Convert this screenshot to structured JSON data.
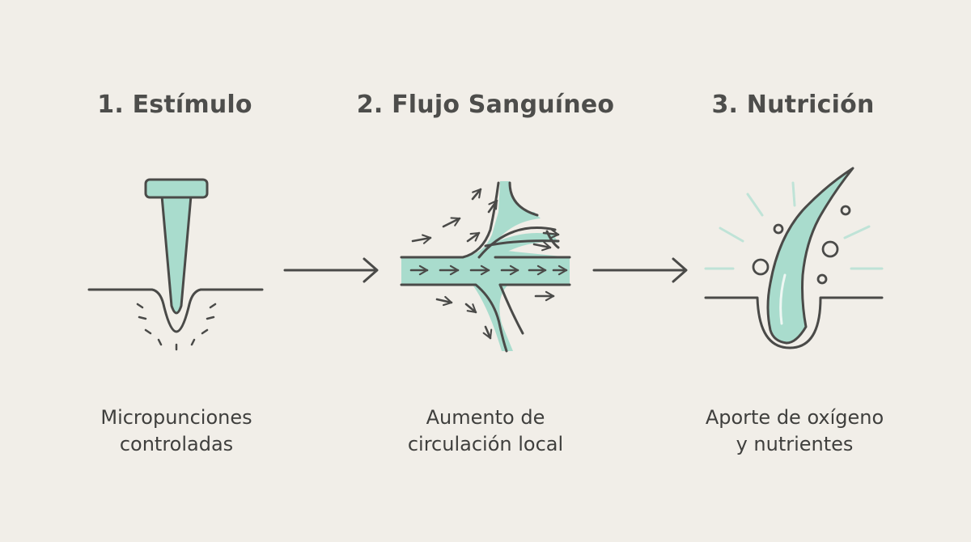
{
  "colors": {
    "background": "#f1eee8",
    "stroke": "#4a4a48",
    "fill": "#a9dccd",
    "glow": "#bfe3d7"
  },
  "steps": [
    {
      "title": "1. Estímulo",
      "icon": "microneedle-icon",
      "caption_lines": [
        "Micropunciones",
        "controladas"
      ]
    },
    {
      "title": "2. Flujo Sanguíneo",
      "icon": "blood-vessel-flow-icon",
      "caption_lines": [
        "Aumento de",
        "circulación local"
      ]
    },
    {
      "title": "3. Nutrición",
      "icon": "hair-follicle-icon",
      "caption_lines": [
        "Aporte de oxígeno",
        "y nutrientes"
      ]
    }
  ],
  "connectors": [
    "arrow-right-icon",
    "arrow-right-icon"
  ]
}
